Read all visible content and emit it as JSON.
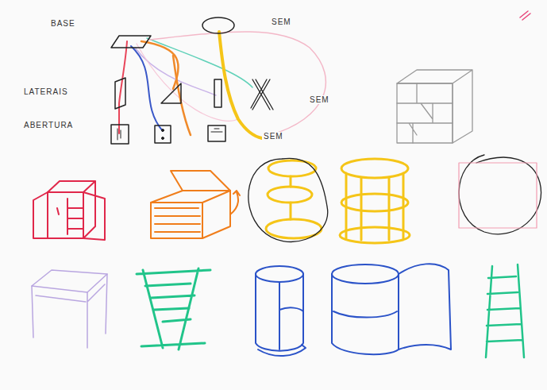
{
  "diagram": {
    "labels": [
      "BASE",
      "LATERAIS",
      "ABERTURA",
      "SEM",
      "SEM",
      "SEM"
    ]
  }
}
